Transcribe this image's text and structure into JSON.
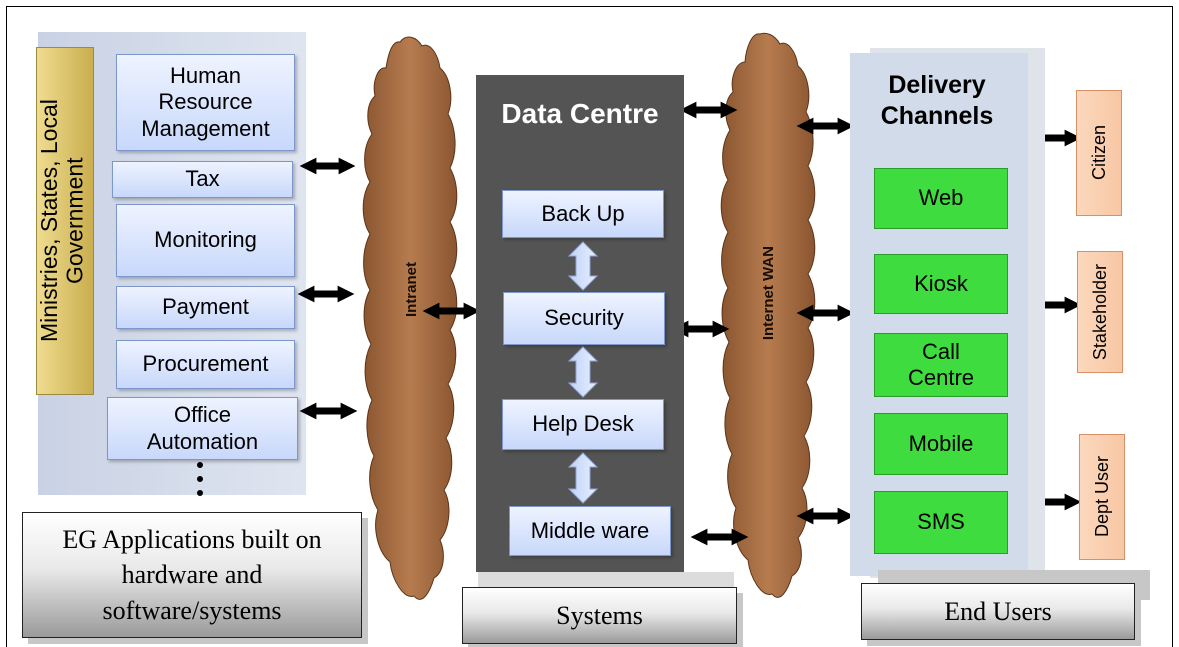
{
  "left": {
    "side_label": "Ministries, States, Local Government",
    "modules": [
      "Human Resource Management",
      "Tax",
      "Monitoring",
      "Payment",
      "Procurement",
      "Office Automation"
    ],
    "footer": "EG Applications built on hardware and software/systems"
  },
  "intranet": {
    "label": "Intranet"
  },
  "data_centre": {
    "title": "Data Centre",
    "items": [
      "Back Up",
      "Security",
      "Help Desk",
      "Middle ware"
    ],
    "footer": "Systems"
  },
  "wan": {
    "label": "Internet WAN"
  },
  "delivery": {
    "title_line1": "Delivery",
    "title_line2": "Channels",
    "channels": [
      "Web",
      "Kiosk",
      "Call Centre",
      "Mobile",
      "SMS"
    ],
    "footer": "End Users"
  },
  "users": [
    "Citizen",
    "Stakeholder",
    "Dept User"
  ],
  "colors": {
    "module_fill": "#c8d8fb",
    "channel_fill": "#3fdc3f",
    "user_fill": "#f7c7a4",
    "cloud_fill": "#a0673e",
    "data_centre_fill": "#545454",
    "side_label_fill": "#d8c16a"
  }
}
